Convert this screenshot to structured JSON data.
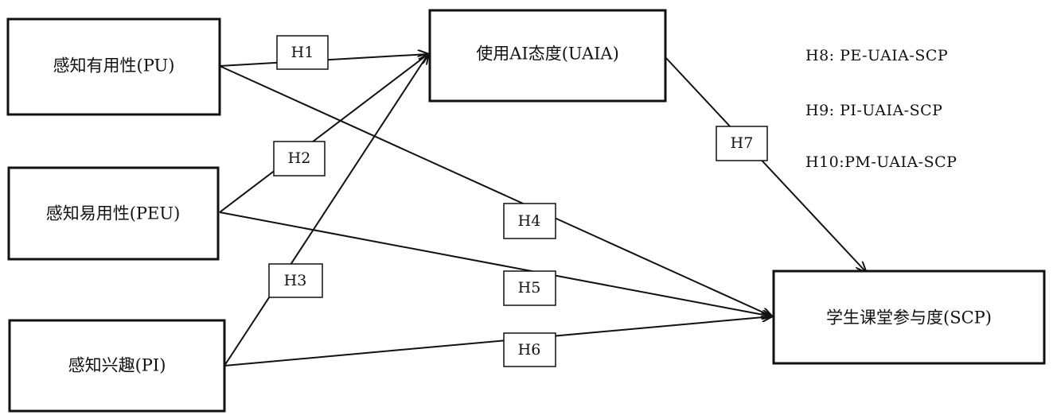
{
  "nodes": {
    "pu": "感知有用性(PU)",
    "peu": "感知易用性(PEU)",
    "pi": "感知兴趣(PI)",
    "uaia": "使用AI态度(UAIA)",
    "scp": "学生课堂参与度(SCP)"
  },
  "edges": {
    "h1": "H1",
    "h2": "H2",
    "h3": "H3",
    "h4": "H4",
    "h5": "H5",
    "h6": "H6",
    "h7": "H7"
  },
  "notes": [
    "H8: PE-UAIA-SCP",
    "H9: PI-UAIA-SCP",
    "H10:PM-UAIA-SCP"
  ],
  "colors": {
    "stroke": "#111111",
    "background": "#ffffff"
  }
}
